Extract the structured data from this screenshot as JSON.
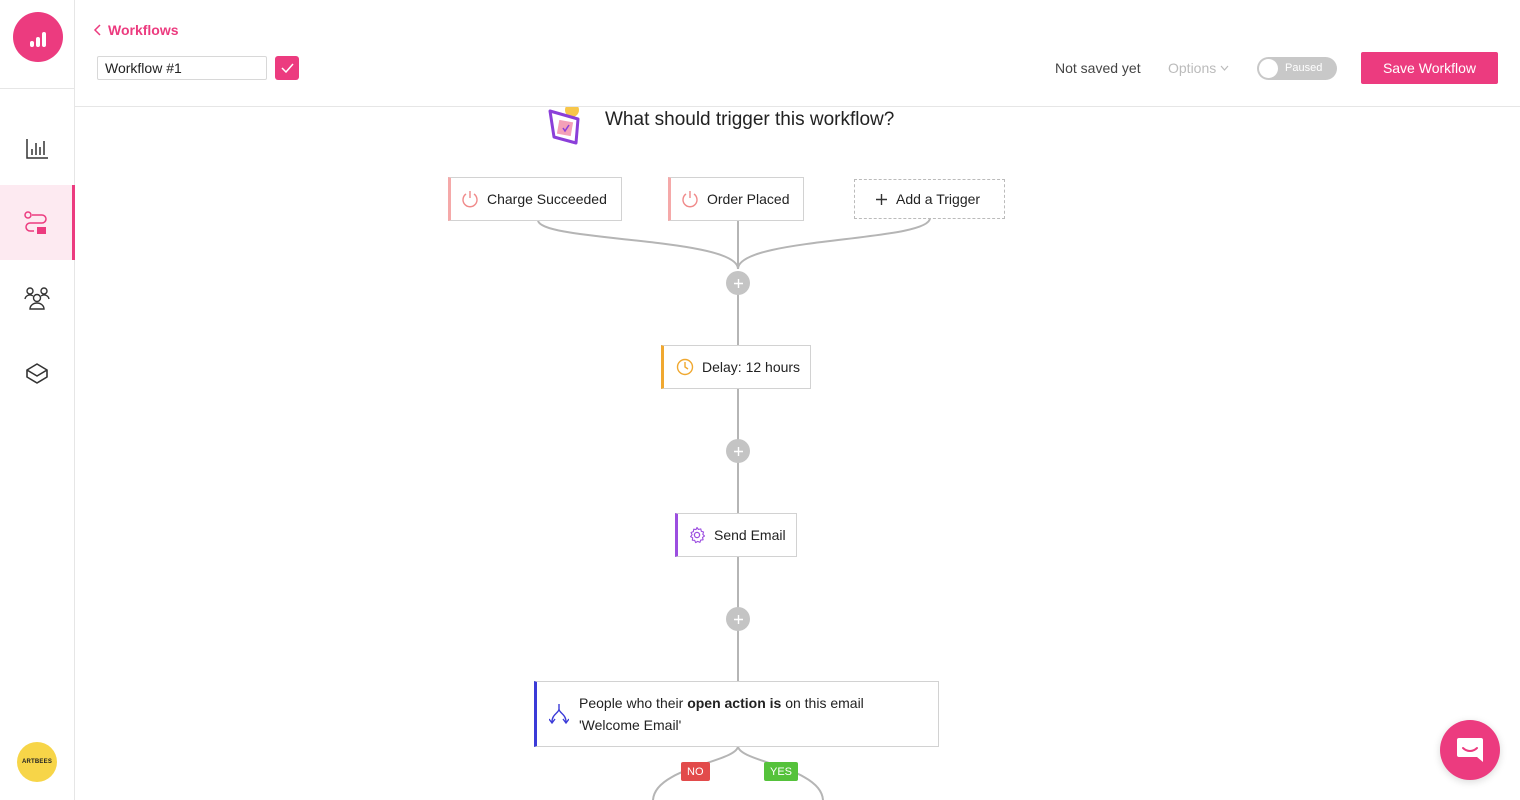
{
  "header": {
    "back_label": "Workflows",
    "workflow_name": "Workflow #1",
    "save_status": "Not saved yet",
    "options_label": "Options",
    "toggle_label": "Paused",
    "save_button": "Save Workflow"
  },
  "sidebar": {
    "items": [
      {
        "icon": "analytics-icon",
        "active": false
      },
      {
        "icon": "workflows-icon",
        "active": true
      },
      {
        "icon": "people-icon",
        "active": false
      },
      {
        "icon": "box-icon",
        "active": false
      }
    ],
    "avatar_text": "ARTBEES"
  },
  "canvas": {
    "prompt": "What should trigger this workflow?",
    "triggers": [
      {
        "label": "Charge Succeeded"
      },
      {
        "label": "Order Placed"
      }
    ],
    "add_trigger": "Add a Trigger",
    "delay": "Delay: 12 hours",
    "send_email": "Send Email",
    "condition": {
      "prefix": "People who their ",
      "bold": "open action is",
      "suffix": " on this email",
      "email_name": "'Welcome Email'"
    },
    "branch_no": "NO",
    "branch_yes": "YES"
  },
  "colors": {
    "accent": "#ec3b7f",
    "trigger": "#f5a9a9",
    "delay": "#f0a830",
    "email": "#9c4ee0",
    "condition": "#3b3bd8",
    "no": "#e24b4b",
    "yes": "#55c23b"
  }
}
